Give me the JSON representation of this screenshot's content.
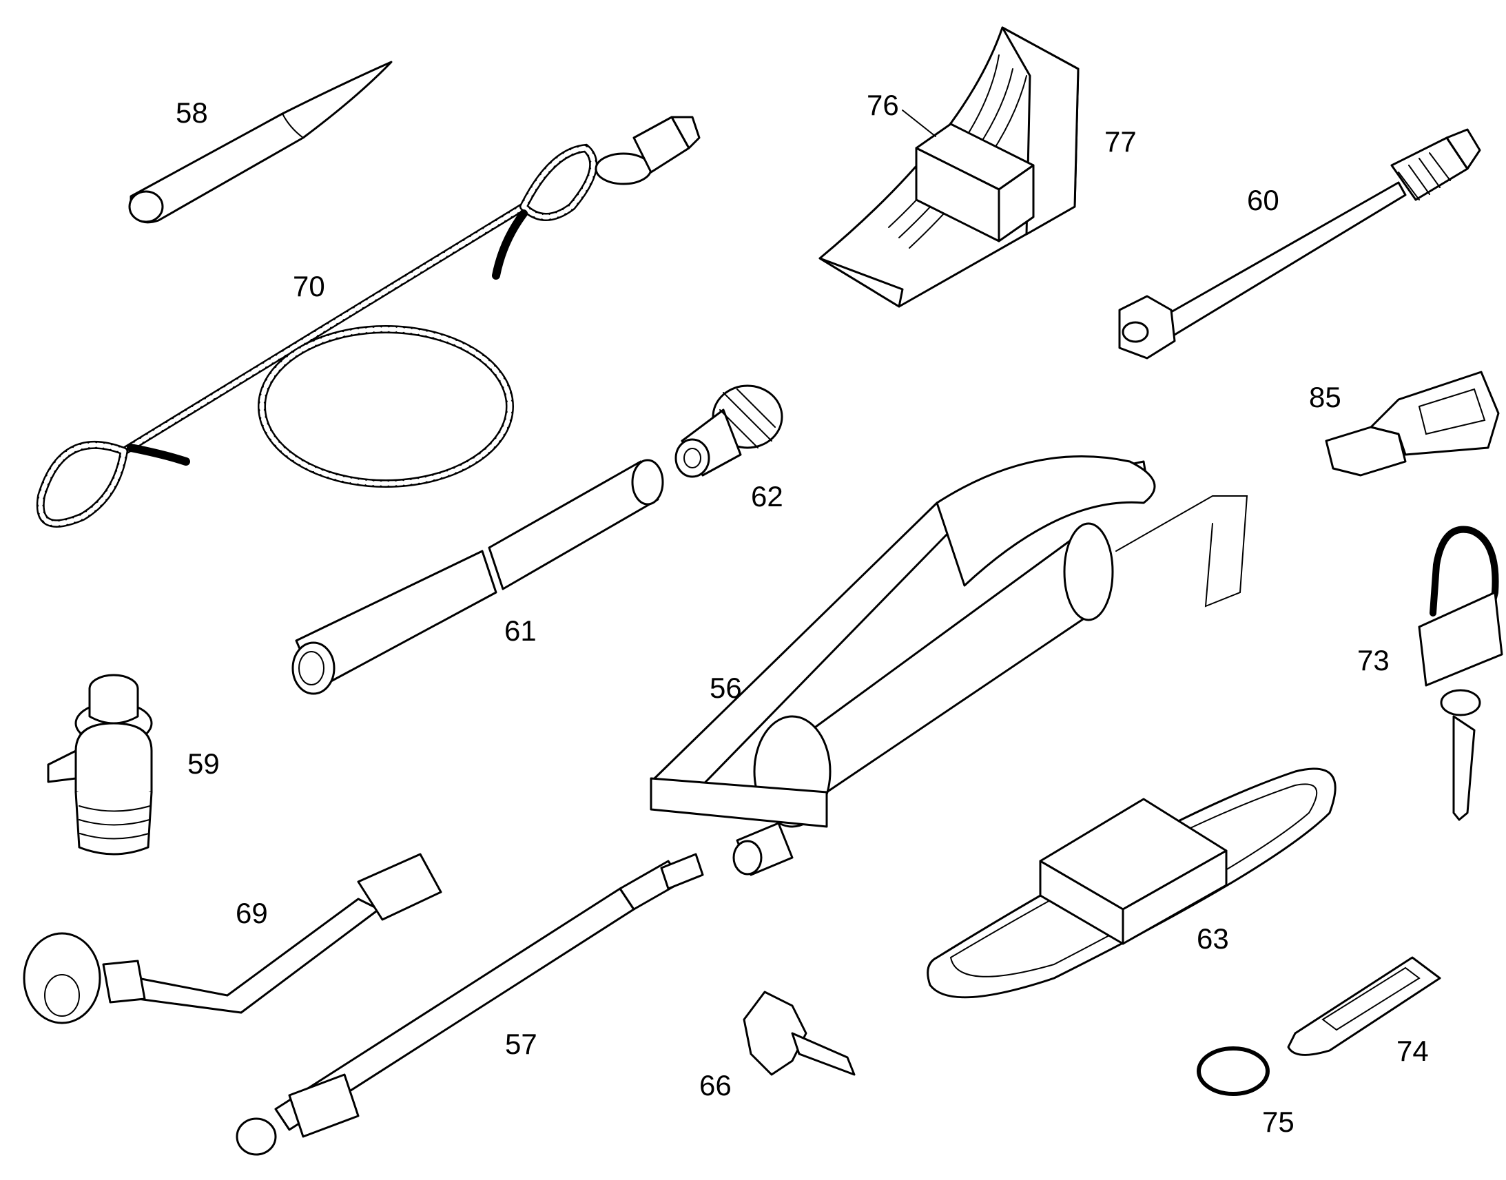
{
  "callouts": {
    "p56": "56",
    "p57": "57",
    "p58": "58",
    "p59": "59",
    "p60": "60",
    "p61": "61",
    "p62": "62",
    "p63": "63",
    "p66": "66",
    "p69": "69",
    "p70": "70",
    "p73": "73",
    "p74": "74",
    "p75": "75",
    "p76": "76",
    "p77": "77",
    "p85": "85"
  }
}
